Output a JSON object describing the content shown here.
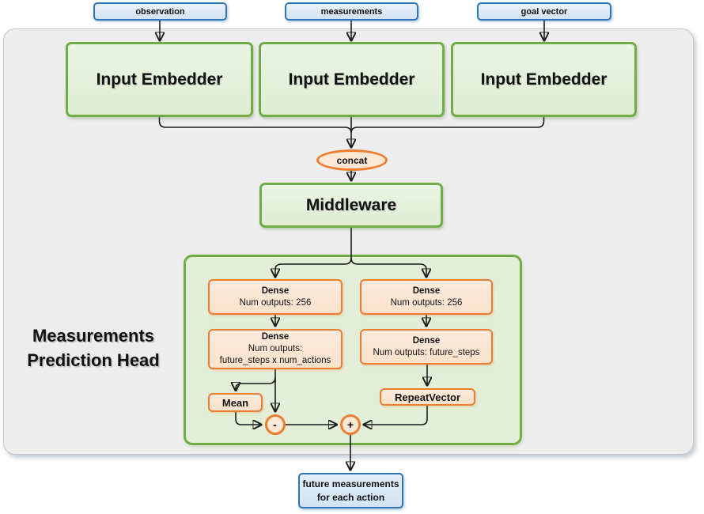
{
  "palette": {
    "green_border": "#70AD47",
    "green_container_fill": "#E2EED7",
    "orange_border": "#ED7D31",
    "blue_border": "#2E75B6",
    "outer_fill": "#EDEDED",
    "outer_border": "#C6C6C6",
    "line_color": "#1A1A1A"
  },
  "top_inputs": [
    {
      "label": "observation"
    },
    {
      "label": "measurements"
    },
    {
      "label": "goal vector"
    }
  ],
  "embedders": [
    {
      "label": "Input Embedder"
    },
    {
      "label": "Input Embedder"
    },
    {
      "label": "Input Embedder"
    }
  ],
  "concat": {
    "label": "concat"
  },
  "middleware": {
    "label": "Middleware"
  },
  "head": {
    "title_line1": "Measurements",
    "title_line2": "Prediction Head",
    "dense_left_top": {
      "title": "Dense",
      "line1": "Num outputs: 256"
    },
    "dense_left_bottom": {
      "title": "Dense",
      "line1": "Num outputs:",
      "line2": "future_steps x num_actions"
    },
    "dense_right_top": {
      "title": "Dense",
      "line1": "Num outputs: 256"
    },
    "dense_right_bottom": {
      "title": "Dense",
      "line1": "Num outputs: future_steps"
    },
    "mean": {
      "label": "Mean"
    },
    "repeat_vector": {
      "label": "RepeatVector"
    },
    "subtract_op": {
      "label": "-"
    },
    "add_op": {
      "label": "+"
    }
  },
  "output": {
    "line1": "future measurements",
    "line2": "for each action"
  }
}
